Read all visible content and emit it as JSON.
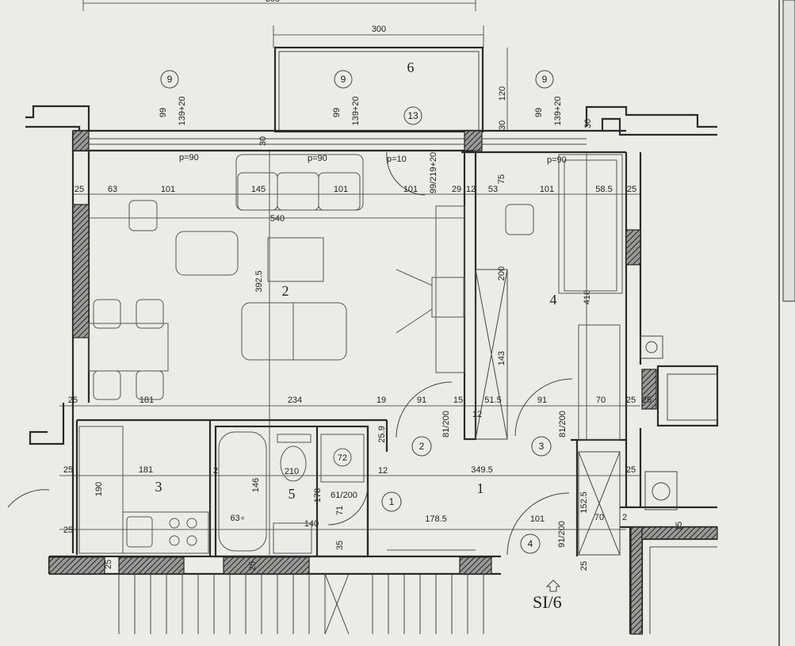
{
  "plan": {
    "rooms": [
      {
        "id": "1",
        "label": "1"
      },
      {
        "id": "2",
        "label": "2"
      },
      {
        "id": "3",
        "label": "3"
      },
      {
        "id": "4",
        "label": "4"
      },
      {
        "id": "5",
        "label": "5"
      },
      {
        "id": "6",
        "label": "6"
      }
    ],
    "markers": {
      "window_tag": "9",
      "window_size": "139+20",
      "window_sill": "99",
      "balcony_door_tag": "13",
      "balcony_door_size": "99/219+20",
      "doors": [
        {
          "tag": "1",
          "size": "61/200"
        },
        {
          "tag": "2",
          "size": "81/200"
        },
        {
          "tag": "3",
          "size": "81/200"
        },
        {
          "tag": "4",
          "size": "91/200"
        }
      ]
    },
    "sill_heights": [
      "p=90",
      "p=90",
      "p=10",
      "p=90"
    ],
    "dimensions": {
      "top_overall": "300",
      "balcony_width": "300",
      "balcony_depth": "120",
      "wall_30": "30",
      "wall_25": "25",
      "d63": "63",
      "d101": "101",
      "d145": "145",
      "d540": "540",
      "d29": "29",
      "d12": "12",
      "d53": "53",
      "d58_5": "58.5",
      "d75": "75",
      "d200": "200",
      "d392_5": "392.5",
      "d418": "418",
      "d143": "143",
      "d181": "181",
      "d234": "234",
      "d19": "19",
      "d91": "91",
      "d15": "15",
      "d51_5": "51.5",
      "d70": "70",
      "d25_9": "25.9",
      "d349_5": "349.5",
      "d178_5": "178.5",
      "d152_5": "152.5",
      "d190": "190",
      "d146": "146",
      "d178": "178",
      "d140": "140",
      "d63o": "63∘",
      "d71": "71",
      "d35": "35",
      "d210": "210",
      "d72": "72",
      "d2": "2",
      "d15_2": "15",
      "d2b": "2"
    },
    "section_marker": "SI/6"
  }
}
